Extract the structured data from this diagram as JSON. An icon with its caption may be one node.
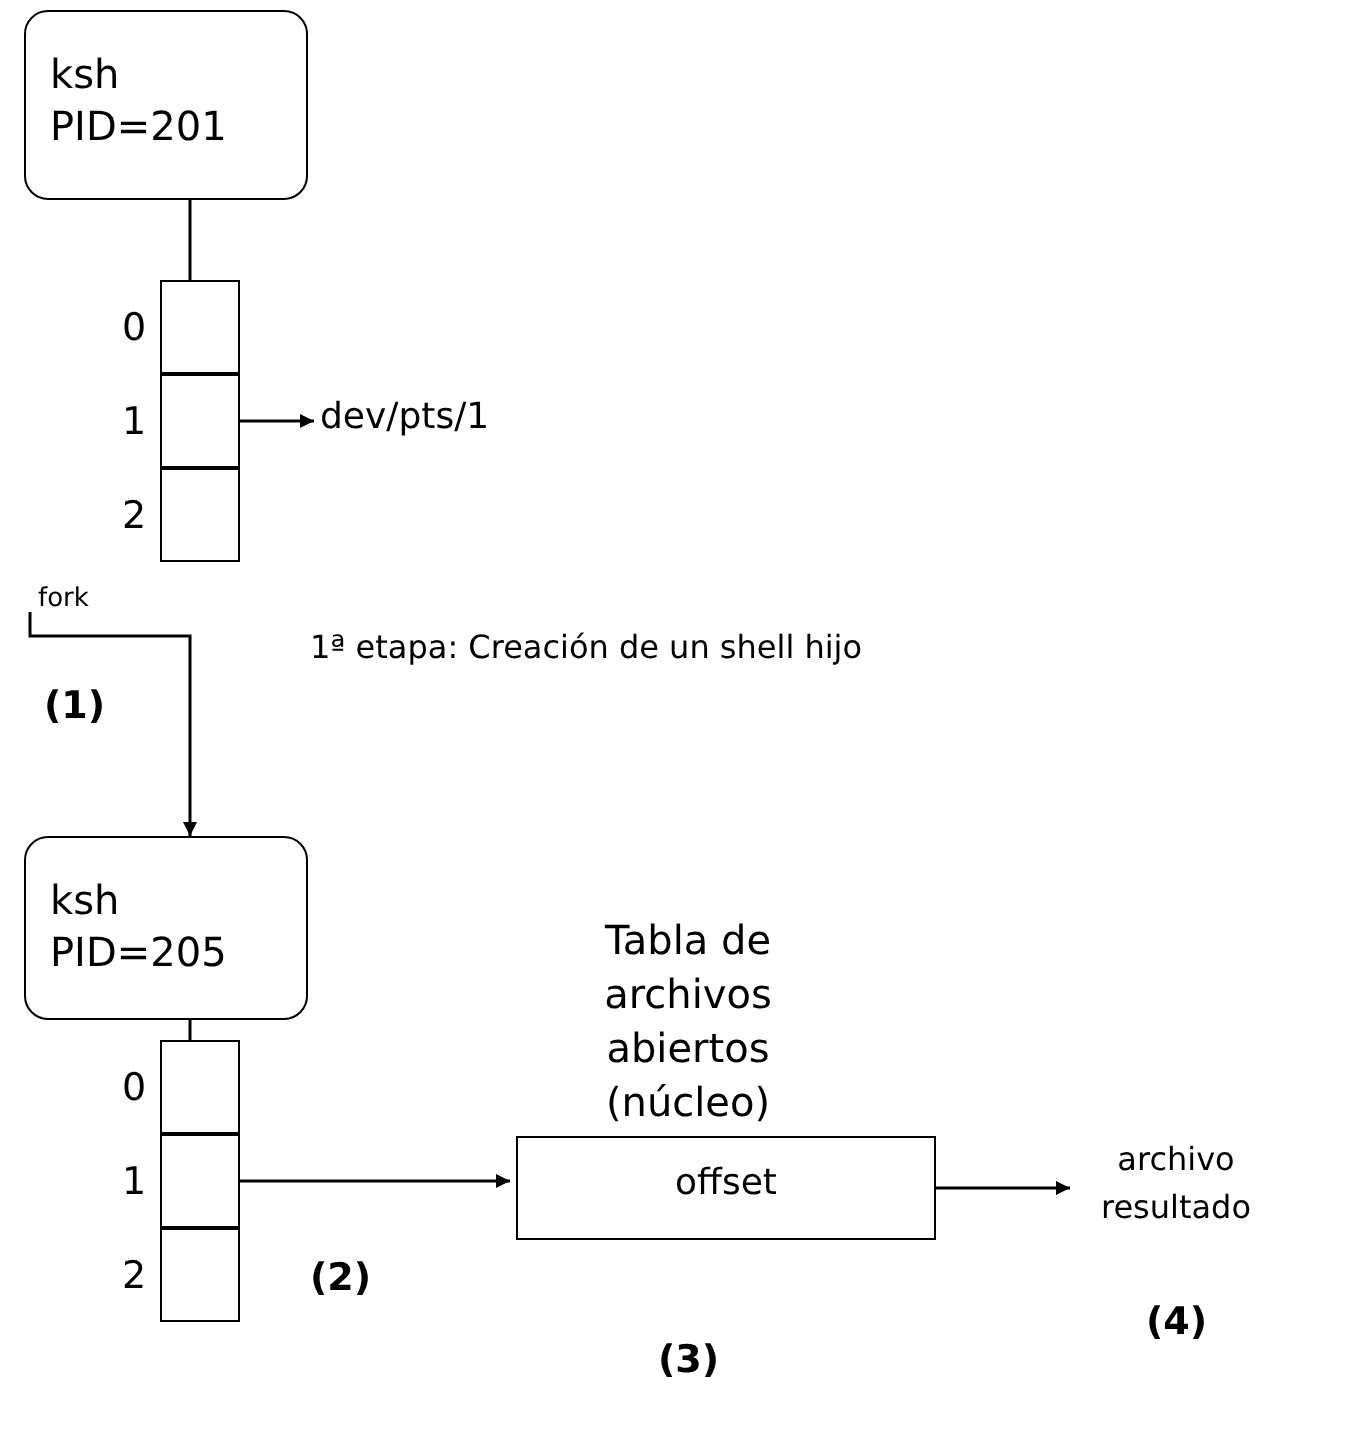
{
  "diagram": {
    "nodes": [
      {
        "text": [
          "ksh PID=201"
        ]
      },
      {
        "text": [],
        "shape": "box",
        "beside": [
          "0"
        ]
      },
      {
        "text": [],
        "shape": "box",
        "beside": [
          "1"
        ]
      },
      {
        "text": [],
        "shape": "box",
        "beside": [
          "2"
        ]
      },
      {
        "text": [
          "dev/pts/1"
        ]
      },
      {
        "text": [
          "ksh PID=205"
        ]
      },
      {
        "text": [],
        "shape": "box",
        "beside": [
          "0"
        ]
      },
      {
        "text": [],
        "shape": "box",
        "beside": [
          "1"
        ]
      },
      {
        "text": [],
        "shape": "box",
        "beside": [
          "2"
        ]
      },
      {
        "text": [
          "Tabla de archivos abiertos (núcleo)",
          "offset"
        ],
        "beside": [
          "(3)"
        ]
      },
      {
        "text": [
          "archivo resultado"
        ],
        "beside": [
          "(4)"
        ]
      }
    ],
    "edges": [
      {
        "from": 0,
        "to": 1,
        "arrow": "none"
      },
      {
        "from": 2,
        "to": 4,
        "arrow": "to"
      },
      {
        "from": null,
        "to": 5,
        "arrow": "to",
        "label": "fork"
      },
      {
        "from": 5,
        "to": 6,
        "arrow": "none"
      },
      {
        "from": 7,
        "to": 9,
        "arrow": "to"
      },
      {
        "from": 9,
        "to": 10,
        "arrow": "to"
      }
    ],
    "labels": [
      "1ª etapa: Creación de un shell hijo",
      "(1)",
      "(2)"
    ]
  }
}
